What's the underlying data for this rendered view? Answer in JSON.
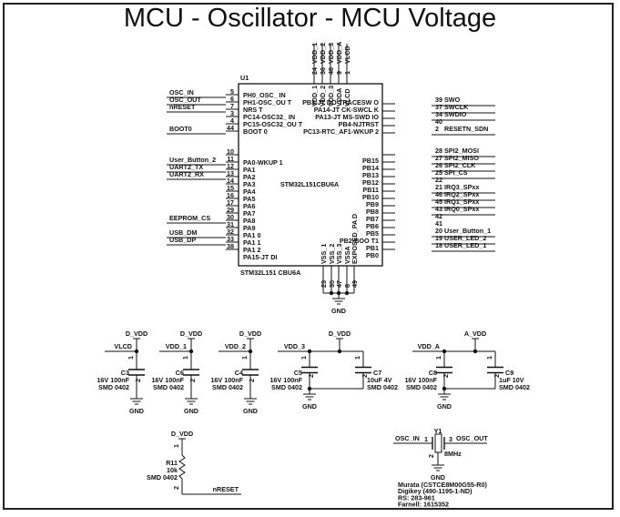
{
  "title": "MCU - Oscillator - MCU Voltage",
  "mcu": {
    "ref": "U1",
    "part": "STM32L151CBU6A",
    "part_bottom": "STM32L151 CBU6A",
    "top_pins": [
      {
        "num": "24",
        "ext": "VDD_1",
        "int": "VDD_1"
      },
      {
        "num": "36",
        "ext": "VDD_2",
        "int": "VDD_2"
      },
      {
        "num": "48",
        "ext": "VDD_3",
        "int": "VDD_3"
      },
      {
        "num": "9",
        "ext": "VDD_A",
        "int": "VDDA"
      },
      {
        "num": "1",
        "ext": "VLCD",
        "int": "VLCD"
      }
    ],
    "left_pins": [
      {
        "num": "5",
        "name": "PH0_OSC_ IN",
        "net": "OSC_IN"
      },
      {
        "num": "6",
        "name": "PH1-OSC_OU T",
        "net": "OSC_OUT"
      },
      {
        "num": "7",
        "name": "NRS T",
        "net": "nRESET"
      },
      {
        "num": "3",
        "name": "PC14-OSC32_ IN",
        "net": ""
      },
      {
        "num": "4",
        "name": "PC15-OSC32_OU T",
        "net": ""
      },
      {
        "num": "44",
        "name": "BOOT 0",
        "net": "BOOT0"
      },
      {
        "num": "10",
        "name": "",
        "net": ""
      },
      {
        "num": "11",
        "name": "PA0-WKUP 1",
        "net": "User_Button_2"
      },
      {
        "num": "12",
        "name": "PA1",
        "net": "UART2_TX"
      },
      {
        "num": "13",
        "name": "PA2",
        "net": "UART2_RX"
      },
      {
        "num": "14",
        "name": "PA3",
        "net": ""
      },
      {
        "num": "15",
        "name": "PA4",
        "net": ""
      },
      {
        "num": "16",
        "name": "PA5",
        "net": ""
      },
      {
        "num": "17",
        "name": "PA6",
        "net": ""
      },
      {
        "num": "29",
        "name": "PA7",
        "net": ""
      },
      {
        "num": "30",
        "name": "PA8",
        "net": "EEPROM_CS"
      },
      {
        "num": "31",
        "name": "PA9",
        "net": ""
      },
      {
        "num": "32",
        "name": "PA1 0",
        "net": "USB_DM"
      },
      {
        "num": "33",
        "name": "PA1 1",
        "net": "USB_DP"
      },
      {
        "num": "38",
        "name": "PA1 2",
        "net": ""
      },
      {
        "num": "",
        "name": "PA15-JT DI",
        "net": ""
      }
    ],
    "right_pins": [
      {
        "num": "39",
        "name": "PB3-JT DO-TRACESW O",
        "net": "SWO"
      },
      {
        "num": "37",
        "name": "PA14-JT CK-SWCL K",
        "net": "SWCLK"
      },
      {
        "num": "34",
        "name": "PA13-JT MS-SWD IO",
        "net": "SWDIO"
      },
      {
        "num": "40",
        "name": "PB4-NJTRST",
        "net": ""
      },
      {
        "num": "2",
        "name": "PC13-RTC_AF1-WKUP 2",
        "net": "RESETN_SDN"
      },
      {
        "num": "28",
        "name": "",
        "net": "SPI2_MOSI"
      },
      {
        "num": "27",
        "name": "PB15",
        "net": "SPI2_MISO"
      },
      {
        "num": "26",
        "name": "PB14",
        "net": "SPI2_CLK"
      },
      {
        "num": "25",
        "name": "PB13",
        "net": "SPI_CS"
      },
      {
        "num": "22",
        "name": "PB12",
        "net": ""
      },
      {
        "num": "21",
        "name": "PB11",
        "net": "IRQ3_SPxx"
      },
      {
        "num": "46",
        "name": "PB10",
        "net": "IRQ2_SPxx"
      },
      {
        "num": "45",
        "name": "PB9",
        "net": "IRQ1_SPxx"
      },
      {
        "num": "43",
        "name": "PB8",
        "net": "IRQ0_SPxx"
      },
      {
        "num": "42",
        "name": "PB7",
        "net": ""
      },
      {
        "num": "41",
        "name": "PB6",
        "net": ""
      },
      {
        "num": "20",
        "name": "PB5",
        "net": "User_Button_1"
      },
      {
        "num": "19",
        "name": "PB2-BOO T1",
        "net": "USER_LED_2"
      },
      {
        "num": "18",
        "name": "PB1",
        "net": "USER_LED_1"
      },
      {
        "num": "",
        "name": "PB0",
        "net": ""
      }
    ],
    "bottom_pins": [
      {
        "num": "23",
        "int": "VSS_1"
      },
      {
        "num": "35",
        "int": "VSS_2"
      },
      {
        "num": "47",
        "int": "VSS_3"
      },
      {
        "num": "8",
        "int": "VSSA"
      },
      {
        "num": "49",
        "int": "EXPOSED_PA D"
      }
    ],
    "gnd": "GND"
  },
  "capacitors": [
    {
      "ref": "C3",
      "value": "16V  100nF",
      "package": "SMD 0402",
      "supply": "D_VDD",
      "net": "VLCD",
      "gnd": "GND"
    },
    {
      "ref": "C6",
      "value": "16V  100nF",
      "package": "SMD 0402",
      "supply": "D_VDD",
      "net": "VDD_1",
      "gnd": "GND"
    },
    {
      "ref": "C4",
      "value": "16V  100nF",
      "package": "SMD 0402",
      "supply": "D_VDD",
      "net": "VDD_2",
      "gnd": "GND"
    },
    {
      "ref": "C5",
      "value": "16V  100nF",
      "package": "SMD 0402",
      "supply": "D_VDD",
      "net": "VDD_3",
      "gnd": "GND"
    },
    {
      "ref": "C7",
      "value": "10uF  4V",
      "package": "SMD 0402"
    },
    {
      "ref": "C8",
      "value": "16V  100nF",
      "package": "SMD 0402",
      "supply": "A_VDD",
      "net": "VDD_A",
      "gnd": "GND"
    },
    {
      "ref": "C9",
      "value": "1uF    10V",
      "package": "SMD 0402"
    }
  ],
  "resistor": {
    "ref": "R11",
    "value": "10k",
    "package": "SMD 0402",
    "supply": "D_VDD",
    "net": "nRESET"
  },
  "crystal": {
    "ref": "Y1",
    "freq": "8MHz",
    "in_net": "OSC_IN",
    "out_net": "OSC_OUT",
    "gnd": "GND",
    "pin_in": "1",
    "pin_out": "3",
    "pin_gnd": "2",
    "notes": [
      "Murata  (CSTCE8M00G55-R0)",
      "Digikey  (490-1195-1-ND)",
      "RS:  283-961",
      "Farnell:  1615352"
    ]
  },
  "pin_labels": {
    "one": "1",
    "two": "2"
  }
}
